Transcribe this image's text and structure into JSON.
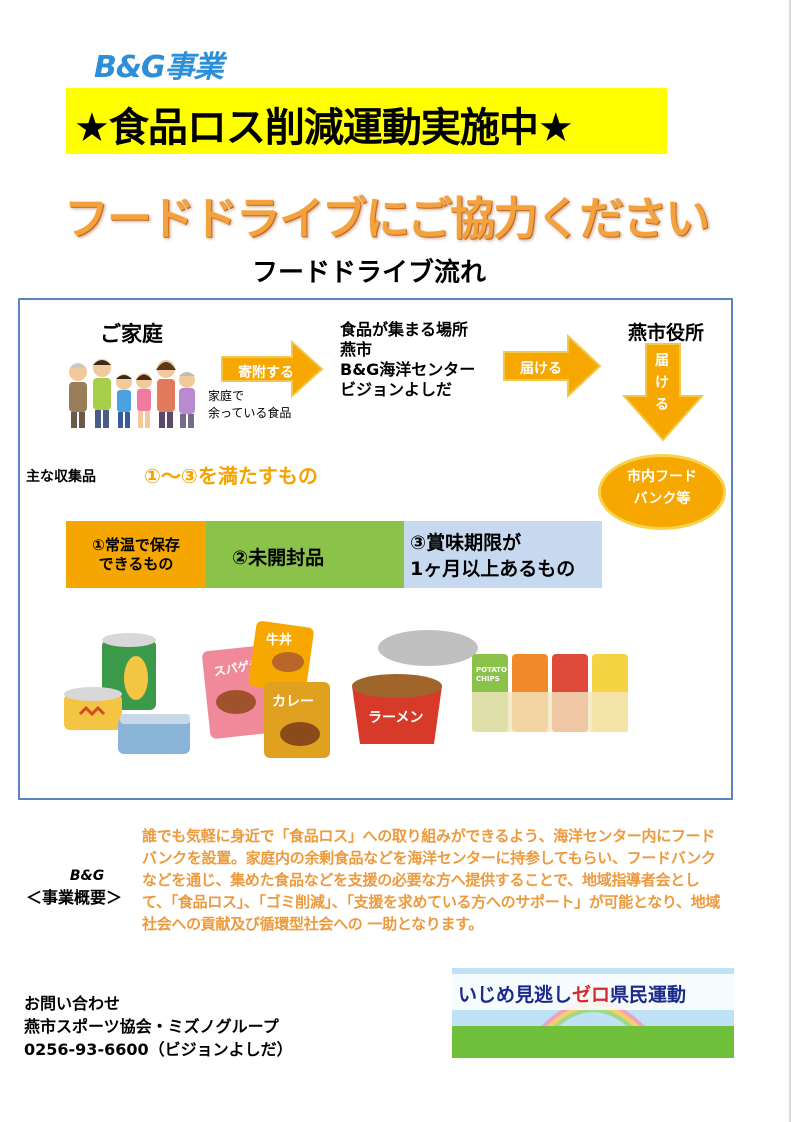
{
  "header": {
    "brand": "B&G事業",
    "banner": "★食品ロス削減運動実施中★",
    "headline": "フードドライブにご協力ください",
    "flow_title": "フードドライブ流れ"
  },
  "flow": {
    "home_label": "ご家庭",
    "donate_arrow": "寄附する",
    "household_note": [
      "家庭で",
      "余っている食品"
    ],
    "collection_lines": [
      "食品が集まる場所",
      "燕市",
      "B&G海洋センター",
      "ビジョンよしだ"
    ],
    "deliver_arrow": "届ける",
    "city_office": "燕市役所",
    "deliver_arrow_vertical": [
      "届",
      "け",
      "る"
    ],
    "foodbank_lines": [
      "市内フード",
      "バンク等"
    ]
  },
  "criteria": {
    "label": "主な収集品",
    "main": "①～③を満たすもの",
    "items": [
      [
        "①常温で保存",
        "できるもの"
      ],
      [
        "②未開封品"
      ],
      [
        "③賞味期限が",
        "1ヶ月以上あるもの"
      ]
    ]
  },
  "food_labels": {
    "pasta": "スパゲティ",
    "beef_bowl": "牛丼",
    "curry": "カレー",
    "ramen": "ラーメン",
    "chips": [
      "POTATO",
      "CHIPS"
    ]
  },
  "overview": {
    "brand": "B&G",
    "label": "＜事業概要＞",
    "text": "誰でも気軽に身近で「食品ロス」への取り組みができるよう、海洋センター内にフードバンクを設置。家庭内の余剰食品などを海洋センターに持参してもらい、フードバンクなどを通じ、集めた食品などを支援の必要な方へ提供することで、地域指導者会として、「食品ロス」、「ゴミ削減」、「支援を求めている方へのサポート」が可能となり、地域社会への貢献及び循環型社会への 一助となります。"
  },
  "contact": {
    "heading": "お問い合わせ",
    "org": "燕市スポーツ協会・ミズノグループ",
    "phone": "0256-93-6600（ビジョンよしだ）"
  },
  "campaign": {
    "title_part1": "いじめ見逃し",
    "title_highlight": "ゼロ",
    "title_part2": "県民運動"
  },
  "colors": {
    "banner_bg": "#ffff00",
    "headline": "#f3a23e",
    "arrow": "#f6a800",
    "cell1": "#f6a600",
    "cell2": "#8bc34a",
    "cell3": "#c7d9ee",
    "border": "#5b84c0"
  }
}
